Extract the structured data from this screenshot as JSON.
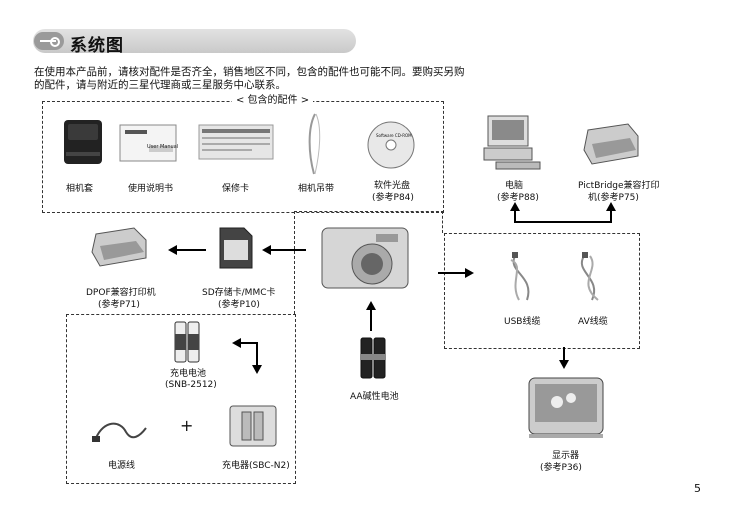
{
  "header": {
    "title": "系统图"
  },
  "intro": {
    "line1": "在使用本产品前，请核对配件是否齐全，销售地区不同，包含的配件也可能不同。要购买另购",
    "line2": "的配件，请与附近的三星代理商或三星服务中心联系。"
  },
  "included": {
    "title": "< 包含的配件 >",
    "items": [
      {
        "label": "相机套"
      },
      {
        "label": "使用说明书"
      },
      {
        "label": "保修卡"
      },
      {
        "label": "相机吊带"
      },
      {
        "label": "软件光盘",
        "ref": "(参考P84)"
      }
    ],
    "manual_cover_text": "User Manual",
    "cd_text": "Software CD-ROM"
  },
  "pc_items": [
    {
      "label": "电脑",
      "ref": "(参考P88)"
    },
    {
      "label": "PictBridge兼容打印",
      "label2": "机(参考P75)"
    }
  ],
  "cables": [
    {
      "label": "USB线缆"
    },
    {
      "label": "AV线缆"
    }
  ],
  "storage": [
    {
      "label": "DPOF兼容打印机",
      "ref": "(参考P71)"
    },
    {
      "label": "SD存储卡/MMC卡",
      "ref": "(参考P10)"
    }
  ],
  "power": {
    "rechargeable": {
      "label": "充电电池",
      "model": "(SNB-2512)"
    },
    "cord": {
      "label": "电源线"
    },
    "charger": {
      "label": "充电器(SBC-N2)"
    },
    "plus": "+",
    "aa": {
      "label": "AA碱性电池"
    }
  },
  "display": {
    "label": "显示器",
    "ref": "(参考P36)"
  },
  "page_number": "5"
}
